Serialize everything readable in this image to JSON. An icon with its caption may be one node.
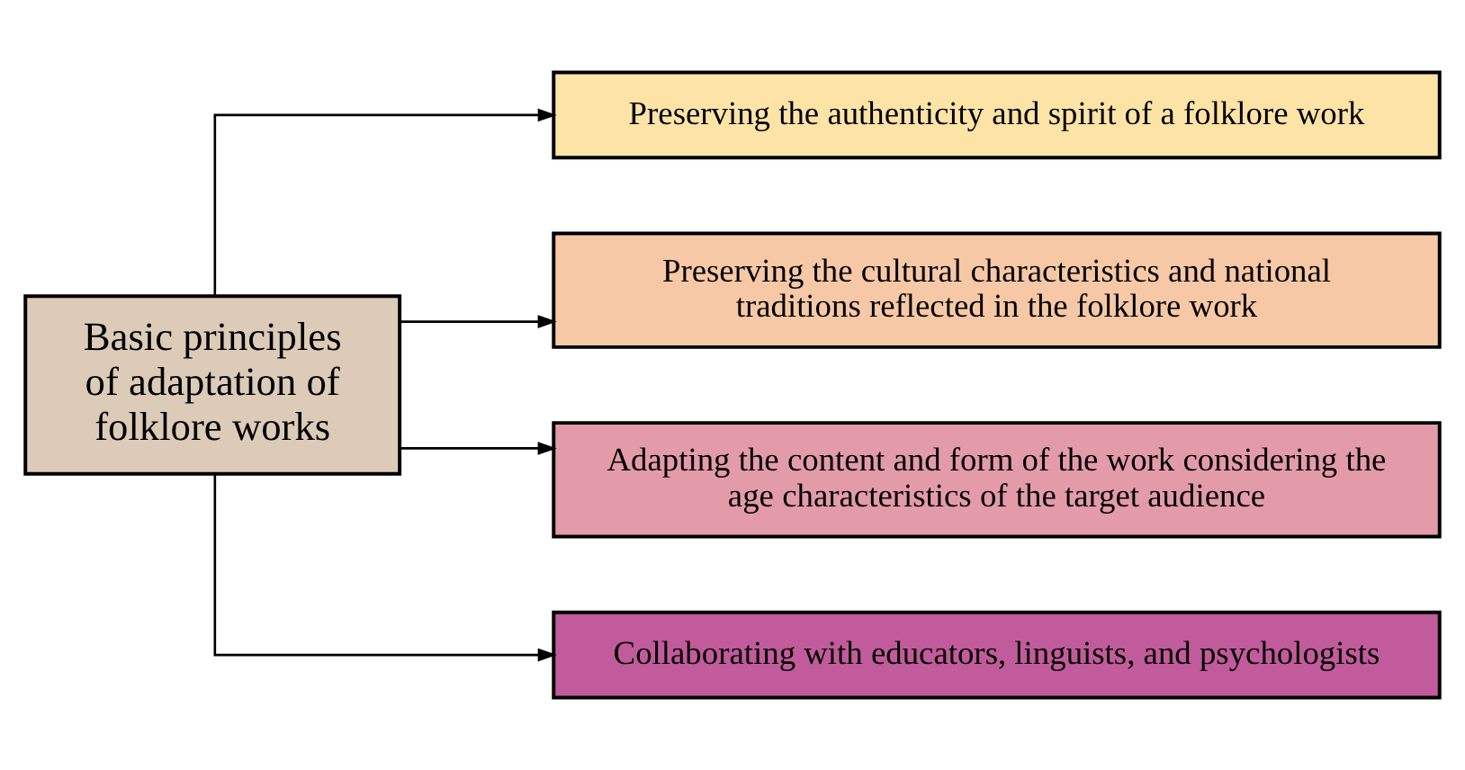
{
  "diagram": {
    "nodes": [
      {
        "text": [
          "Basic principles of adaptation of folklore works"
        ]
      },
      {
        "text": [
          "Preserving the authenticity and spirit of a folklore work"
        ]
      },
      {
        "text": [
          "Preserving the cultural characteristics and national traditions reflected in the folklore work"
        ]
      },
      {
        "text": [
          "Adapting the content and form of the work considering the age characteristics of the target audience"
        ]
      },
      {
        "text": [
          "Collaborating with educators, linguists, and psychologists"
        ]
      }
    ],
    "edges": [
      {
        "from": 0,
        "to": 1,
        "arrow": "to"
      },
      {
        "from": 0,
        "to": 2,
        "arrow": "to"
      },
      {
        "from": 0,
        "to": 3,
        "arrow": "to"
      },
      {
        "from": 0,
        "to": 4,
        "arrow": "to"
      }
    ]
  }
}
